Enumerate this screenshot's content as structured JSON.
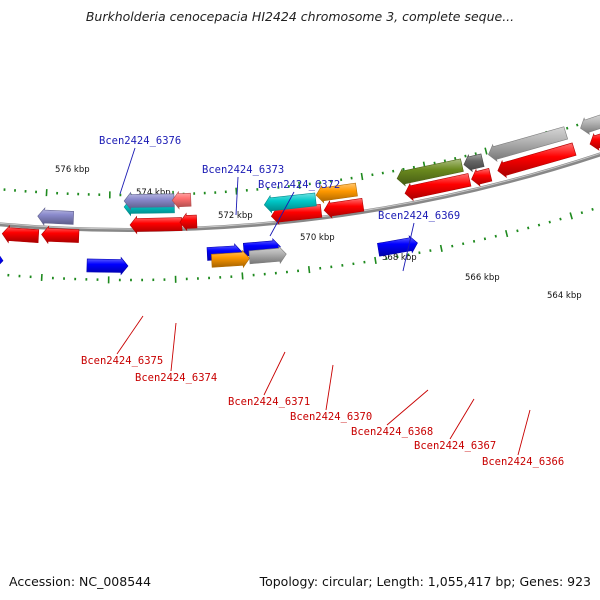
{
  "title": "Burkholderia cenocepacia HI2424 chromosome 3, complete seque...",
  "footer": {
    "accession": "Accession: NC_008544",
    "summary": "Topology: circular; Length: 1,055,417 bp; Genes: 923"
  },
  "colors": {
    "backbone": "#888888",
    "tick": "#1e8a1e",
    "forward_label": "#1a1ab4",
    "reverse_label": "#c80000",
    "red": "#ff0000",
    "blue": "#0000ff",
    "orange": "#ff9900",
    "gray": "#b4b4b4",
    "cyan": "#00c8c8",
    "olive": "#6a8a1e",
    "darkgray": "#666666",
    "pink": "#ff7070",
    "lightblue": "#8a8acc",
    "navy": "#1e1e6a"
  },
  "ruler": {
    "labels": [
      "576 kbp",
      "574 kbp",
      "572 kbp",
      "570 kbp",
      "568 kbp",
      "566 kbp",
      "564 kbp"
    ]
  },
  "labels": [
    {
      "text": "Bcen2424_6376",
      "strand": "forward"
    },
    {
      "text": "Bcen2424_6373",
      "strand": "forward"
    },
    {
      "text": "Bcen2424_6372",
      "strand": "forward"
    },
    {
      "text": "Bcen2424_6369",
      "strand": "forward"
    },
    {
      "text": "Bcen2424_6375",
      "strand": "reverse"
    },
    {
      "text": "Bcen2424_6374",
      "strand": "reverse"
    },
    {
      "text": "Bcen2424_6371",
      "strand": "reverse"
    },
    {
      "text": "Bcen2424_6370",
      "strand": "reverse"
    },
    {
      "text": "Bcen2424_6368",
      "strand": "reverse"
    },
    {
      "text": "Bcen2424_6367",
      "strand": "reverse"
    },
    {
      "text": "Bcen2424_6366",
      "strand": "reverse"
    }
  ]
}
